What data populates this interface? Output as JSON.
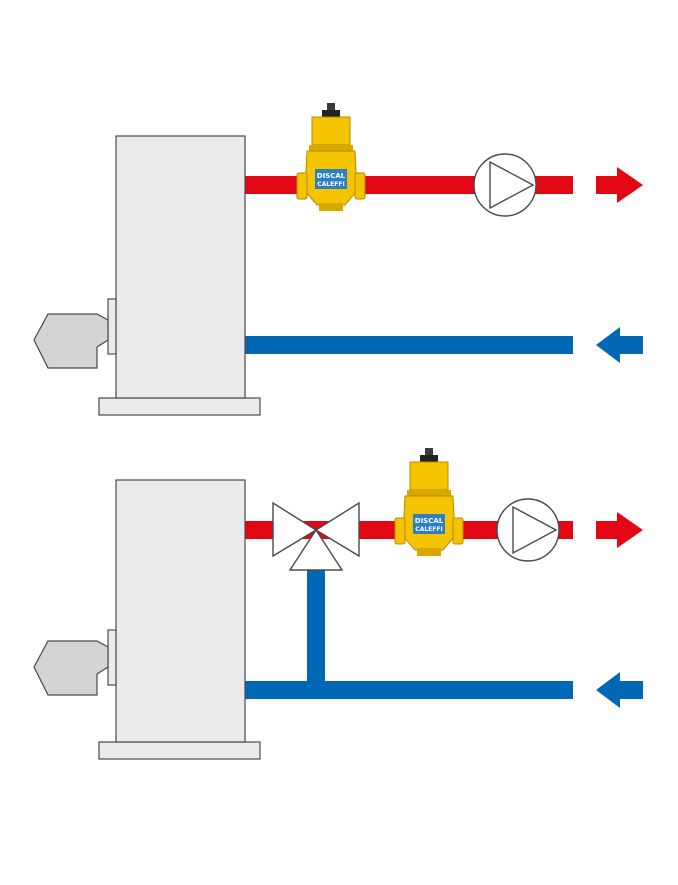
{
  "colors": {
    "background": "#ffffff",
    "boiler_fill": "#ebebeb",
    "boiler_stroke": "#4a4a4a",
    "burner_fill": "#d4d4d4",
    "hot_pipe": "#e30613",
    "cold_pipe": "#0068b4",
    "valve_body": "#f5c400",
    "valve_dark": "#b88a00",
    "label_plate": "#2c7fc4",
    "pump_fill": "#ffffff"
  },
  "diagrams": [
    {
      "id": "direct-circuit",
      "components": [
        "boiler",
        "burner",
        "air-separator-valve",
        "circulation-pump",
        "flow-arrow-out",
        "return-arrow-in"
      ],
      "valve_label": {
        "brand": "DISCAL",
        "maker": "CALEFFI"
      }
    },
    {
      "id": "mixing-circuit",
      "components": [
        "boiler",
        "burner",
        "three-way-mixing-valve",
        "bypass-pipe",
        "air-separator-valve",
        "circulation-pump",
        "flow-arrow-out",
        "return-arrow-in"
      ],
      "valve_label": {
        "brand": "DISCAL",
        "maker": "CALEFFI"
      }
    }
  ]
}
